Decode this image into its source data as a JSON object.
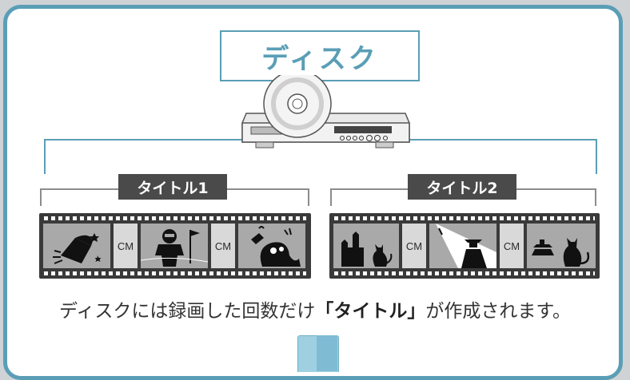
{
  "disc_label": "ディスク",
  "titles": [
    {
      "label": "タイトル1",
      "cm_label": "CM"
    },
    {
      "label": "タイトル2",
      "cm_label": "CM"
    }
  ],
  "caption": {
    "before": "ディスクには録画した回数だけ",
    "emphasis": "「タイトル」",
    "after": "が作成されます。"
  },
  "colors": {
    "accent": "#5a9eb6",
    "badge": "#4a4a4a",
    "film": "#3a3a3a"
  }
}
